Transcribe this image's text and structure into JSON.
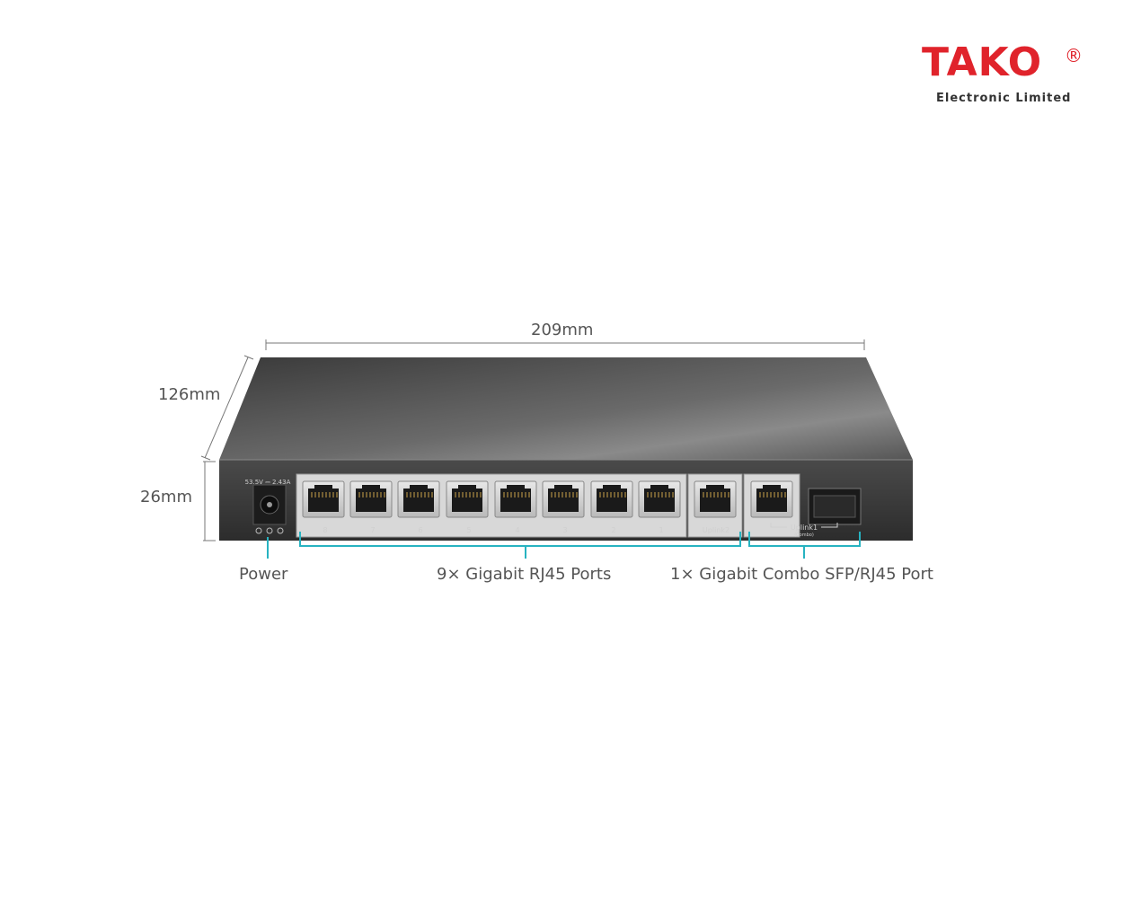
{
  "brand": {
    "name": "TAKO",
    "registered_mark": "®",
    "subtitle": "Electronic Limited",
    "color": "#e0232b"
  },
  "dimensions": {
    "width": "209mm",
    "depth": "126mm",
    "height": "26mm"
  },
  "device": {
    "power_rating": "53.5V ⎓ 2.43A",
    "polarity_symbol": "polarity-icon",
    "port_numbers": [
      "8",
      "7",
      "6",
      "5",
      "4",
      "3",
      "2",
      "1"
    ],
    "uplink2_label": "Uplink2",
    "uplink1_label": "Uplink1",
    "uplink1_sub": "(Combo)"
  },
  "callouts": {
    "power": "Power",
    "rj45": "9× Gigabit RJ45 Ports",
    "combo": "1× Gigabit Combo SFP/RJ45 Port",
    "line_color": "#27b3c1"
  }
}
